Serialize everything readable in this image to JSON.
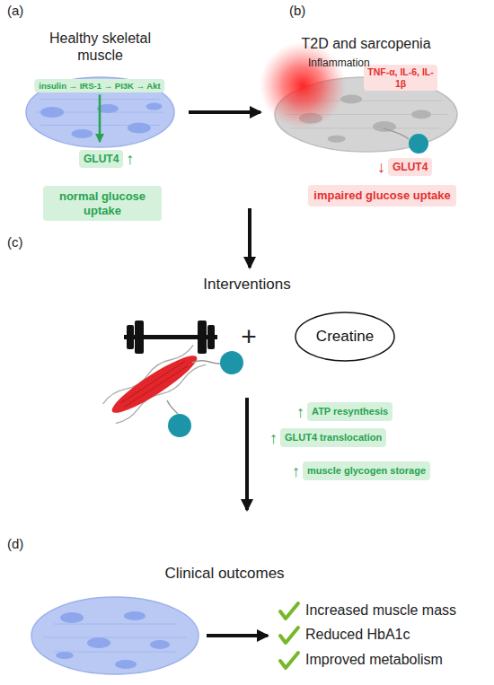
{
  "diagram": {
    "nodes": [
      {
        "text": [
          "Healthy skeletal muscle"
        ]
      },
      {
        "text": [
          "insulin → IRS-1 → PI3K → Akt"
        ],
        "in": 0
      },
      {
        "text": [
          "GLUT4",
          "↑"
        ]
      },
      {
        "text": [
          "normal glucose uptake"
        ]
      },
      {
        "text": [
          "T2D and sarcopenia"
        ]
      },
      {
        "text": [
          "TNF-α, IL-6, IL-1β"
        ],
        "in": 4
      },
      {
        "text": [
          "↓",
          "GLUT4"
        ]
      },
      {
        "text": [
          "impaired glucose uptake"
        ]
      },
      {
        "text": [
          "Creatine"
        ]
      },
      {
        "text": [
          "↑",
          "ATP resynthesis"
        ]
      },
      {
        "text": [
          "↑",
          "GLUT4 translocation"
        ]
      },
      {
        "text": [
          "↑",
          "muscle glycogen storage"
        ]
      }
    ],
    "edges": [
      {
        "from": 0,
        "to": 4,
        "arrow": "to"
      },
      {
        "from": 1,
        "to": 2,
        "arrow": "to"
      }
    ],
    "labels": [
      "(a)",
      "(b)",
      "Inflammation",
      "(c)",
      "Interventions",
      "+",
      "(d)",
      "Clinical outcomes",
      "Increased muscle mass",
      "Reduced HbA1c",
      "Improved metabolism"
    ]
  }
}
